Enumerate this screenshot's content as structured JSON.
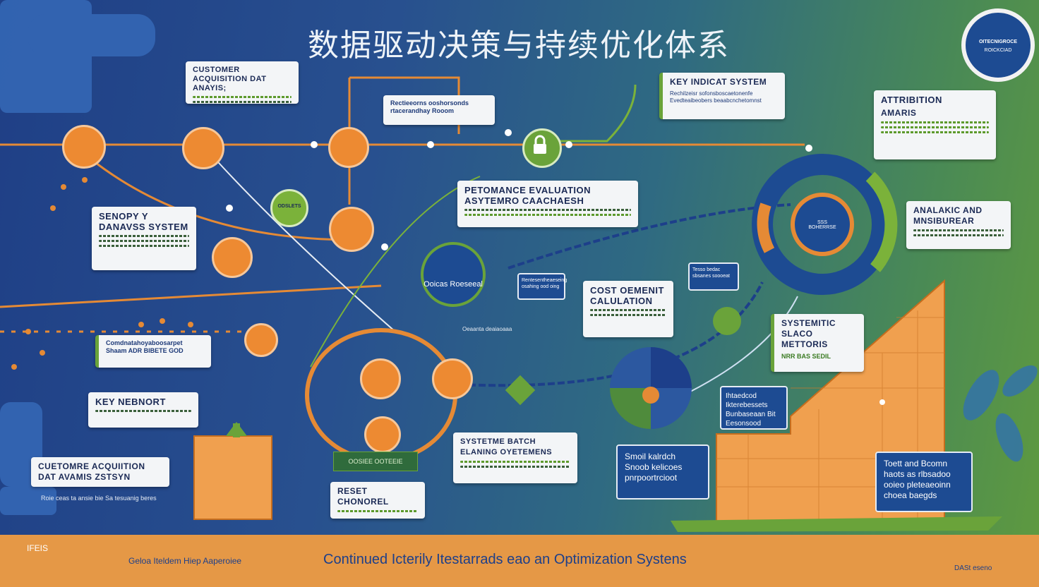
{
  "title": "数据驱动决策与持续优化体系",
  "badge": {
    "line1": "OITECNIGROCE",
    "line2": "ROICKCIAD"
  },
  "cards": {
    "customer_acq_top": {
      "title": "CUSTOMER ACQUISITION DAT ANAYIS;"
    },
    "note_top_center": {
      "text": "Rectieeorns ooshorsonds rtacerandhay Rooom"
    },
    "kpi_system": {
      "title": "KEY INDICAT SYSTEM",
      "text": "Rechilzeisr sofonsboscaetonenfe Evedteaibeobers beaabcnchetomnst"
    },
    "attribution": {
      "title": "ATTRIBITION",
      "subtitle": "AMARIS"
    },
    "sensory": {
      "title": "SENOPY Y DANAVSS SYSTEM"
    },
    "performance": {
      "title": "PETOMANCE EVALUATION ASYTEMRO CAACHAESH"
    },
    "analysis_right": {
      "title": "ANALAKIC AND MNSIBUREAR"
    },
    "cost": {
      "title": "COST OEMENIT CALULATION"
    },
    "synthetic": {
      "title": "SYSTEMITIC SLACO METTORIS",
      "text": "NRR BAS SEDIL"
    },
    "green_mid": {
      "text": "Comdnatahoyaboosarpet Shaam ADR BIBETE GOD"
    },
    "key_report": {
      "title": "KEY NEBNORT"
    },
    "batch": {
      "title": "SYSTETME BATCH ELANING OYETEMENS"
    },
    "customer_bottom": {
      "title": "CUETOMRE ACQUIITION DAT AVAMIS ZSTSYN",
      "text": "Roie ceas ta ansie bie Sa tesuanig beres"
    },
    "rest": {
      "title": "RESET CHONOREL"
    }
  },
  "dark_cards": {
    "center_box": "Rentesentheaeseing osahing ood oing",
    "mid_right": "Tesso bedac sbsanes soooeat",
    "tiered": "Ihtaedcod Ikterebessets Bunbaseaan Bit Eesonsood",
    "small": "Smoil kalrdch Snoob kelicoes pnrpoortrcioot",
    "test": "Toett and Bcomn haots as rlbsadoo ooieo pleteaeoinn choea baegds"
  },
  "nodes": {
    "reset_label": "Ooicas Roeseeal",
    "green_label": "ODSLETS",
    "ring_label": "SSS BOHERRSE",
    "loop_label": "OOSIEE OOTEEIE",
    "cycle_text": "Oeaanta deaiaoaaa"
  },
  "bottom": {
    "left_tag": "IFEIS",
    "sub_tag": "Geloa Iteldem Hiep Aaperoiee",
    "main": "Continued Icterily Itestarrads  eao an Optimization  Systens",
    "right_tag": "DASt eseno"
  },
  "colors": {
    "orange": "#e5862e",
    "green": "#6aa33a",
    "navy": "#1d4b92",
    "accent": "#f2f2f2"
  }
}
